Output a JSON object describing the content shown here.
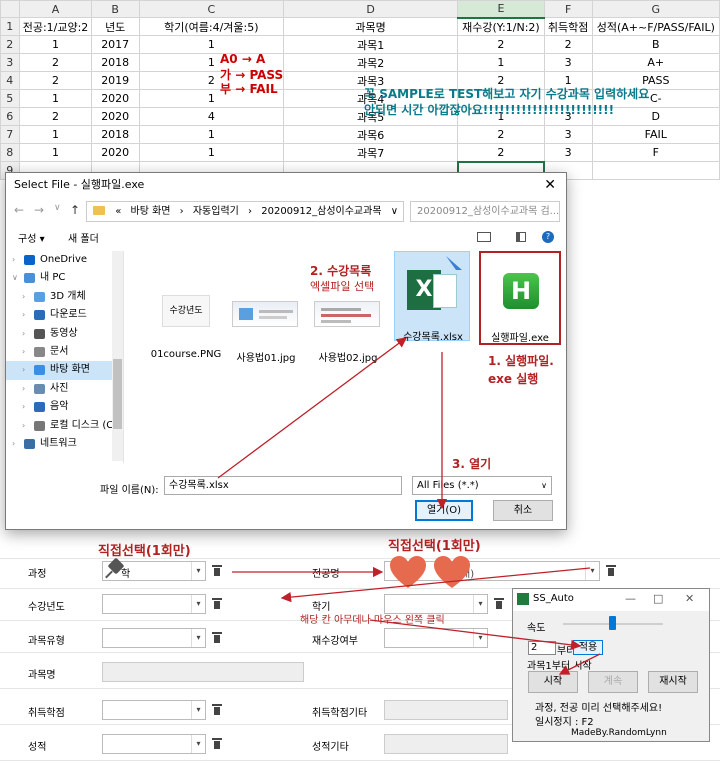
{
  "sheet": {
    "columns": [
      "A",
      "B",
      "C",
      "D",
      "E",
      "F",
      "G"
    ],
    "rows": [
      [
        "전공:1/교양:2",
        "년도",
        "학기(여름:4/겨울:5)",
        "과목명",
        "재수강(Y:1/N:2)",
        "취득학점",
        "성적(A+~F/PASS/FAIL)"
      ],
      [
        "1",
        "2017",
        "1",
        "과목1",
        "2",
        "2",
        "B"
      ],
      [
        "2",
        "2018",
        "1",
        "과목2",
        "1",
        "3",
        "A+"
      ],
      [
        "2",
        "2019",
        "2",
        "과목3",
        "2",
        "1",
        "PASS"
      ],
      [
        "1",
        "2020",
        "1",
        "과목4",
        "",
        "",
        "C-"
      ],
      [
        "2",
        "2020",
        "4",
        "과목5",
        "1",
        "3",
        "D"
      ],
      [
        "1",
        "2018",
        "1",
        "과목6",
        "2",
        "3",
        "FAIL"
      ],
      [
        "1",
        "2020",
        "1",
        "과목7",
        "2",
        "3",
        "F"
      ],
      [
        "",
        "",
        "",
        "",
        "",
        "",
        ""
      ]
    ],
    "grade_notes": [
      "A0 → A",
      "가 → PASS",
      "부 → FAIL"
    ],
    "sample_note_1": "꼭 SAMPLE로 TEST해보고 자기 수강과목 입력하세요",
    "sample_note_2": "안되면 시간 아깝잖아요!!!!!!!!!!!!!!!!!!!!!!!!",
    "colors": {
      "red": "#cc0000",
      "teal": "#0a7a8a",
      "excel_green": "#217346"
    }
  },
  "dialog": {
    "title": "Select File - 실행파일.exe",
    "close": "✕",
    "nav": {
      "back": "←",
      "forward": "→",
      "down": "∨",
      "up": "↑"
    },
    "path": [
      "«",
      "바탕 화면",
      "›",
      "자동입력기",
      "›",
      "20200912_삼성이수교과목",
      "∨",
      "↻"
    ],
    "search_placeholder": "20200912_삼성이수교과목 검...",
    "toolbar": {
      "organize": "구성 ▾",
      "new_folder": "새 폴더"
    },
    "tree": [
      {
        "label": "OneDrive",
        "icon": "cloud-icon",
        "color": "#0a64c8",
        "chev": "›",
        "indent": 0
      },
      {
        "label": "내 PC",
        "icon": "pc-icon",
        "color": "#4a90d9",
        "chev": "∨",
        "indent": 0
      },
      {
        "label": "3D 개체",
        "icon": "3d-objects-icon",
        "color": "#5aa0e0",
        "chev": "›",
        "indent": 1
      },
      {
        "label": "다운로드",
        "icon": "download-icon",
        "color": "#2b6cb8",
        "chev": "›",
        "indent": 1
      },
      {
        "label": "동영상",
        "icon": "video-icon",
        "color": "#555555",
        "chev": "›",
        "indent": 1
      },
      {
        "label": "문서",
        "icon": "document-icon",
        "color": "#888888",
        "chev": "›",
        "indent": 1
      },
      {
        "label": "바탕 화면",
        "icon": "desktop-icon",
        "color": "#3a8ee6",
        "chev": "›",
        "indent": 1,
        "selected": true
      },
      {
        "label": "사진",
        "icon": "picture-icon",
        "color": "#6a8cb0",
        "chev": "›",
        "indent": 1
      },
      {
        "label": "음악",
        "icon": "music-icon",
        "color": "#2b6cb8",
        "chev": "›",
        "indent": 1
      },
      {
        "label": "로컬 디스크 (C:)",
        "icon": "disk-icon",
        "color": "#777777",
        "chev": "›",
        "indent": 1
      },
      {
        "label": "네트워크",
        "icon": "network-icon",
        "color": "#3a6ea5",
        "chev": "›",
        "indent": 0
      }
    ],
    "files": [
      {
        "name": "01course.PNG",
        "thumb_text": "수강년도"
      },
      {
        "name": "사용법01.jpg"
      },
      {
        "name": "사용법02.jpg"
      },
      {
        "name": "수강목록.xlsx"
      },
      {
        "name": "실행파일.exe"
      }
    ],
    "filename_label": "파일 이름(N):",
    "filename_value": "수강목록.xlsx",
    "filetype_value": "All Files (*.*)",
    "filetype_caret": "∨",
    "open_label": "열기(O)",
    "cancel_label": "취소"
  },
  "annotations": {
    "step1_line1": "1. 실행파일.",
    "step1_line2": "exe 실행",
    "step2_line1": "2. 수강목록",
    "step2_line2": "엑셀파일 선택",
    "step3": "3. 열기",
    "direct1": "직접선택(1회만)",
    "direct2": "직접선택(1회만)",
    "click_hint": "해당 칸 아무데나 마우스 왼쪽 클릭"
  },
  "form": {
    "labels": {
      "course": "과정",
      "major": "전공명",
      "year": "수강년도",
      "semester": "학기",
      "type": "과목유형",
      "retake": "재수강여부",
      "subject": "과목명",
      "credit": "취득학점",
      "credit_other": "취득학점기타",
      "grade": "성적",
      "grade_other": "성적기타"
    },
    "course_value": "학",
    "major_value": "대)",
    "caret": "▾"
  },
  "ss_auto": {
    "title": "SS_Auto",
    "controls": [
      "—",
      "□",
      "✕"
    ],
    "speed_label": "속도",
    "start_index": "2",
    "from_label": "부터",
    "apply_label": "적용",
    "from_subject": "과목1부터 시작",
    "start": "시작",
    "continue": "계속",
    "restart": "재시작",
    "hint": "과정, 전공 미리 선택해주세요!",
    "pause": "일시정지 : F2",
    "credit": "MadeBy.RandomLynn"
  }
}
